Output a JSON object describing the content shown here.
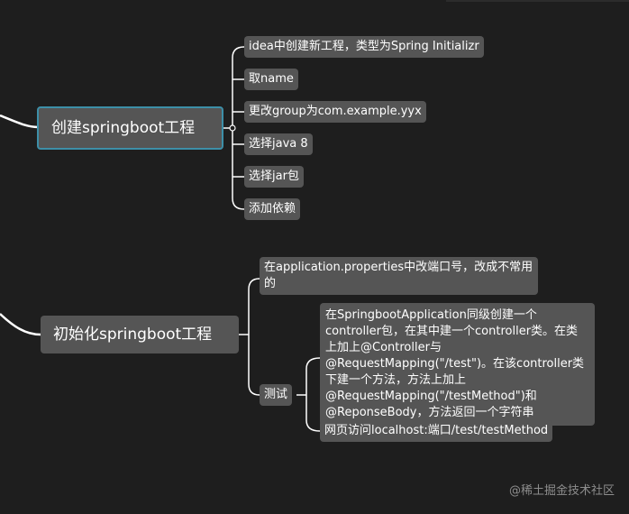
{
  "mindmap": {
    "branch1": {
      "title": "创建springboot工程",
      "children": [
        "idea中创建新工程，类型为Spring Initializr",
        "取name",
        "更改group为com.example.yyx",
        "选择java 8",
        "选择jar包",
        "添加依赖"
      ]
    },
    "branch2": {
      "title": "初始化springboot工程",
      "children": [
        {
          "label": "在application.properties中改端口号，改成不常用的"
        },
        {
          "label": "测试",
          "children": [
            "在SpringbootApplication同级创建一个controller包，在其中建一个controller类。在类上加上@Controller与@RequestMapping(\"/test\")。在该controller类下建一个方法，方法上加上@RequestMapping(\"/testMethod\")和@ReponseBody，方法返回一个字符串",
            "网页访问localhost:端口/test/testMethod"
          ]
        }
      ]
    }
  },
  "watermark": "@稀土掘金技术社区",
  "colors": {
    "background": "#1e1e1e",
    "node": "#555555",
    "line": "#ffffff",
    "selected_border": "#3d8fa8"
  }
}
